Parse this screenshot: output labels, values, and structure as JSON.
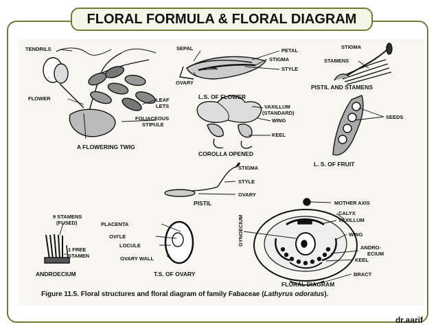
{
  "slide": {
    "title": "FLORAL FORMULA & FLORAL DIAGRAM",
    "author": "dr.aarif"
  },
  "figure": {
    "caption_main": "Figure 11.5. Floral structures and floral diagram of family Fabaceae (",
    "caption_species": "Lathyrus odoratus",
    "caption_end": ").",
    "panels": {
      "twig": "A FLOWERING TWIG",
      "ls_flower": "L.S. OF FLOWER",
      "pistil_stamens": "PISTIL AND STAMENS",
      "corolla": "COROLLA OPENED",
      "ls_fruit": "L. S. OF FRUIT",
      "pistil": "PISTIL",
      "androecium": "ANDROECIUM",
      "ts_ovary": "T.S. OF OVARY",
      "floral_diagram": "FLORAL DIAGRAM"
    },
    "labels": {
      "tendrils": "TENDRILS",
      "flower": "FLOWER",
      "leaflets_1": "LEAF",
      "leaflets_2": "LETS",
      "foliaceous_1": "FOLIACEOUS",
      "foliaceous_2": "STIPULE",
      "sepal": "SEPAL",
      "petal": "PETAL",
      "stigma_flower": "STIGMA",
      "style_flower": "STYLE",
      "ovary_flower": "OVARY",
      "stigma_ps": "STIGMA",
      "stamens_ps": "STAMENS",
      "vaxillum_1": "VAXILLUM",
      "vaxillum_2": "(STANDARD)",
      "wing_corolla": "WING",
      "keel_corolla": "KEEL",
      "seeds": "SEEDS",
      "stigma_pistil": "STIGMA",
      "style_pistil": "STYLE",
      "ovary_pistil": "OVARY",
      "nine_stamens_1": "9 STAMENS",
      "nine_stamens_2": "(FUSED)",
      "free_stamen_1": "1 FREE",
      "free_stamen_2": "STAMEN",
      "placenta": "PLACENTA",
      "ovule": "OVI'LE",
      "locule": "LOCULE",
      "ovary_wall": "OVARY WALL",
      "mother_axis": "MOTHER AXIS",
      "calyx": "CALYX",
      "vaxillum_fd": "VAXILLUM",
      "wing_fd": "WING",
      "andro_1": "ANDRO-",
      "andro_2": "ECIUM",
      "keel_fd": "KEEL",
      "bract": "BRACT",
      "gynoecium": "GYNOECIUM"
    }
  }
}
